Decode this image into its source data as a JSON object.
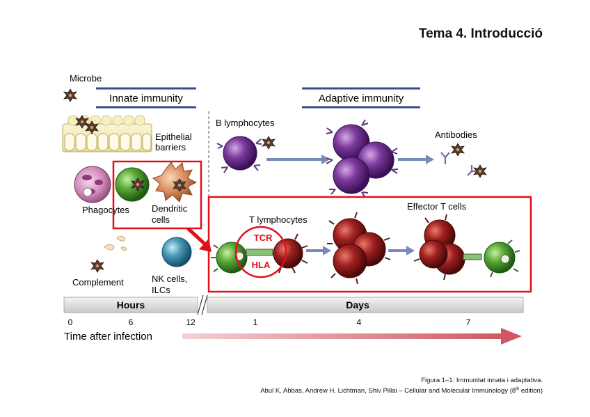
{
  "header": {
    "title": "Tema 4. Introducció"
  },
  "figure": {
    "microbe_label": "Microbe",
    "innate_title": "Innate immunity",
    "adaptive_title": "Adaptive immunity",
    "epithelial_label_1": "Epithelial",
    "epithelial_label_2": "barriers",
    "phagocytes_label": "Phagocytes",
    "dendritic_label_1": "Dendritic",
    "dendritic_label_2": "cells",
    "complement_label": "Complement",
    "nk_label_1": "NK cells,",
    "nk_label_2": "ILCs",
    "b_lymph_label": "B lymphocytes",
    "antibodies_label": "Antibodies",
    "t_lymph_label": "T lymphocytes",
    "effector_label": "Effector T cells",
    "tcr_label": "TCR",
    "hla_label": "HLA",
    "hours_label": "Hours",
    "days_label": "Days",
    "ticks": [
      "0",
      "6",
      "12",
      "1",
      "4",
      "7"
    ],
    "time_label": "Time after infection",
    "colors": {
      "highlight": "#e0101a",
      "b_cell": "#6a2a8a",
      "t_cell": "#9e1b1b",
      "phagocyte": "#4e9a2a",
      "nk_cell": "#3a8aa8",
      "dendritic": "#c87a4a",
      "time_arrow": "#d8707a"
    }
  },
  "caption": {
    "line1": "Figura 1–1: Immunitat innata i adaptativa.",
    "line2": "Abul K. Abbas, Andrew H. Lichtman, Shiv Pillai – Cellular and Molecular Immunology (8",
    "line2_sup": "th",
    "line2_end": " edition)"
  }
}
